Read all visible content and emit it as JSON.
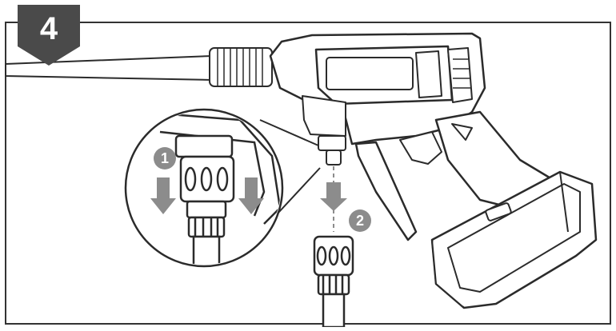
{
  "step": {
    "number": "4",
    "badge_color": "#4a4a4a"
  },
  "callouts": [
    {
      "label": "1",
      "color": "#8c8c8c"
    },
    {
      "label": "2",
      "color": "#8c8c8c"
    }
  ],
  "colors": {
    "line": "#2b2b2b",
    "arrow": "#8c8c8c",
    "frame": "#333333"
  }
}
